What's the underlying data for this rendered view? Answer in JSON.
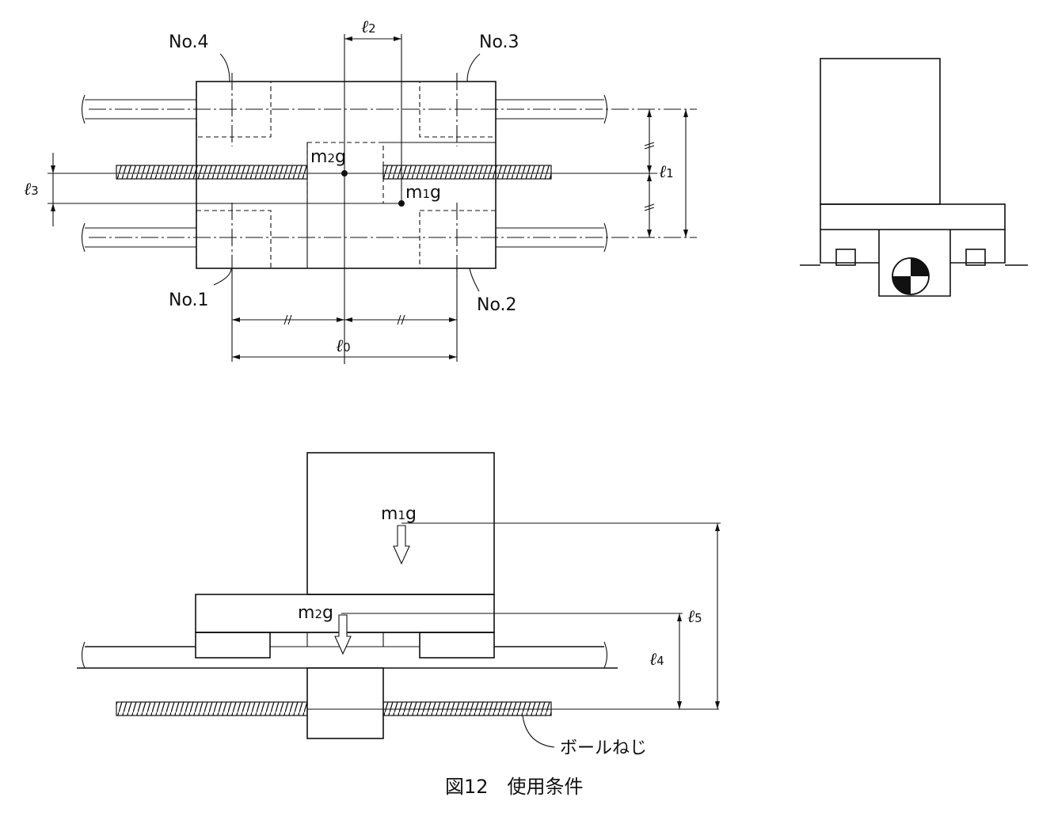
{
  "labels": {
    "no4": "No.4",
    "no3": "No.3",
    "no1": "No.1",
    "no2": "No.2",
    "m2g_top": {
      "m": "m",
      "sub": "2",
      "g": "g"
    },
    "m1g_top": {
      "m": "m",
      "sub": "1",
      "g": "g"
    },
    "m1g_side": {
      "m": "m",
      "sub": "1",
      "g": "g"
    },
    "m2g_side": {
      "m": "m",
      "sub": "2",
      "g": "g"
    },
    "l0": {
      "l": "ℓ",
      "sub": "0"
    },
    "l1": {
      "l": "ℓ",
      "sub": "1"
    },
    "l2": {
      "l": "ℓ",
      "sub": "2"
    },
    "l3": {
      "l": "ℓ",
      "sub": "3"
    },
    "l4": {
      "l": "ℓ",
      "sub": "4"
    },
    "l5": {
      "l": "ℓ",
      "sub": "5"
    },
    "ball_screw": "ボールねじ"
  },
  "caption": "図12　使用条件"
}
